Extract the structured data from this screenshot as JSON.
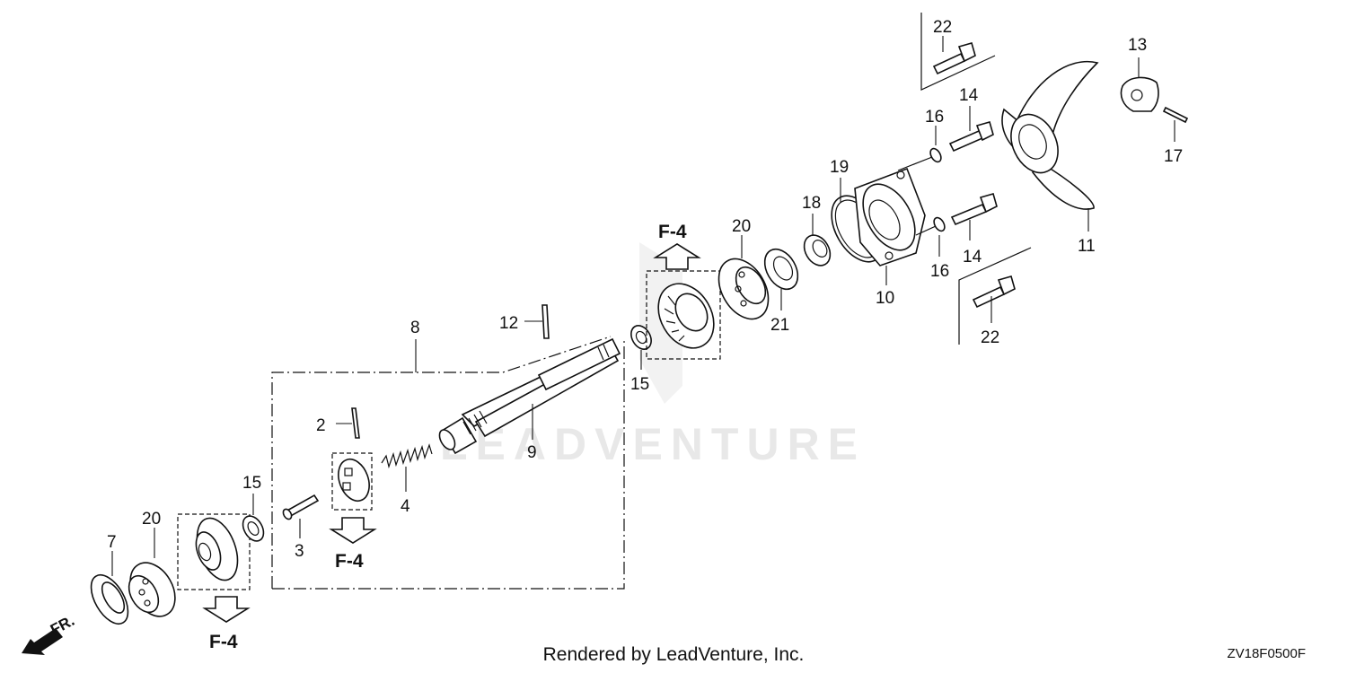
{
  "diagram": {
    "watermark": "LEADVENTURE",
    "direction_label": "FR.",
    "reference_label": "F-4",
    "part_numbers": {
      "p2": "2",
      "p3": "3",
      "p4": "4",
      "p7": "7",
      "p8": "8",
      "p9": "9",
      "p10": "10",
      "p11": "11",
      "p12": "12",
      "p13": "13",
      "p14a": "14",
      "p14b": "14",
      "p15a": "15",
      "p15b": "15",
      "p16a": "16",
      "p16b": "16",
      "p17": "17",
      "p18": "18",
      "p19": "19",
      "p20a": "20",
      "p20b": "20",
      "p21": "21",
      "p22a": "22",
      "p22b": "22"
    }
  },
  "footer": {
    "credit": "Rendered by LeadVenture, Inc.",
    "diagram_code": "ZV18F0500F"
  }
}
